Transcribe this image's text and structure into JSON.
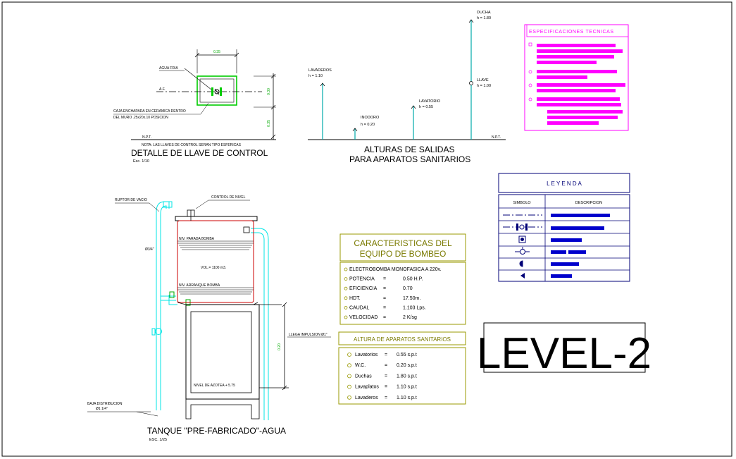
{
  "detail": {
    "dim_top": "0.35",
    "label_agua_fria": "AGUA FRIA",
    "label_af": "A.F.",
    "dim_right_1": "0.30",
    "dim_right_2": "0.35",
    "caja_line1": "CAJA ENCHAPADA EN CERAMICA DENTRO",
    "caja_line2": "DEL MURO .25x20x.10 POSICION",
    "npt": "N.P.T.",
    "nota": "NOTA: LAS LLAVES DE CONTROL SERAN TIPO ESFERICAS",
    "title": "DETALLE DE LLAVE DE CONTROL",
    "scale": "Esc. 1/10"
  },
  "alturas": {
    "ducha_label": "DUCHA",
    "ducha_h": "h = 1.80",
    "lavaderos_label": "LAVADEROS",
    "lavaderos_h": "h = 1.10",
    "llave_label": "LLAVE",
    "llave_h": "h = 1.00",
    "lavatorio_label": "LAVATORIO",
    "lavatorio_h": "h = 0.55",
    "inodoro_label": "INODORO",
    "inodoro_h": "h = 0.20",
    "npt": "N.P.T.",
    "title1": "ALTURAS DE SALIDAS",
    "title2": "PARA  APARATOS SANITARIOS"
  },
  "specs": {
    "title": "ESPECIFICACIONES  TECNICAS",
    "color": "#ff00ff"
  },
  "leyenda": {
    "title": "L E Y E N D A",
    "col_simbolo": "SIMBOLO",
    "col_descripcion": "DESCRIPCION",
    "bar_color": "#0000cc",
    "rows": [
      "dash-dot-line-icon",
      "valve-union-icon",
      "meter-box-icon",
      "valve-icon",
      "half-circle-icon",
      "triangle-icon"
    ]
  },
  "tanque": {
    "label_ruptor": "RUPTOR DE VACIO",
    "label_control": "CONTROL DE NIVEL",
    "label_3_4": "Ø3/4\"",
    "label_parada": "NIV. PARADA BOMBA",
    "label_vol": "VOL.= 1100 m3.",
    "label_arranque": "NIV. ARRANQUE BOMBA",
    "label_impulsion": "LLEGA IMPULSION Ø1\"",
    "dim_alt": "0.20",
    "label_azotea": "NIVEL DE AZOTEA + 5.75",
    "label_baja1": "BAJA DISTRIBUCION",
    "label_baja2": "Ø1 1/4\"",
    "title": "TANQUE \"PRE-FABRICADO\"-AGUA",
    "scale": "ESC. 1/25",
    "pipe_color": "#00e5e5"
  },
  "bombeo": {
    "title1": "CARACTERISTICAS DEL",
    "title2": "EQUIPO DE BOMBEO",
    "items": [
      {
        "label": "ELECTROBOMBA MONOFASICA A 220v.",
        "eq": "",
        "value": ""
      },
      {
        "label": "POTENCIA",
        "eq": "=",
        "value": "0.50 H.P."
      },
      {
        "label": "EFICIENCIA",
        "eq": "=",
        "value": "0.70"
      },
      {
        "label": "HDT.",
        "eq": "=",
        "value": "17.50m."
      },
      {
        "label": "CAUDAL",
        "eq": "=",
        "value": "1.103 Lps."
      },
      {
        "label": "VELOCIDAD",
        "eq": "=",
        "value": "2 K/sg"
      }
    ]
  },
  "altura_aparatos": {
    "title": "ALTURA DE APARATOS SANITARIOS",
    "items": [
      {
        "label": "Lavatorios",
        "eq": "=",
        "value": "0.55 s.p.t"
      },
      {
        "label": "W.C.",
        "eq": "=",
        "value": "0.20 s.p.t"
      },
      {
        "label": "Duchas",
        "eq": "=",
        "value": "1.80 s.p.t"
      },
      {
        "label": "Lavaplatos",
        "eq": "=",
        "value": "1.10 s.p.t"
      },
      {
        "label": "Lavaderos",
        "eq": "=",
        "value": "1.10 s.p.t"
      }
    ]
  },
  "level": {
    "text": "LEVEL-2"
  }
}
